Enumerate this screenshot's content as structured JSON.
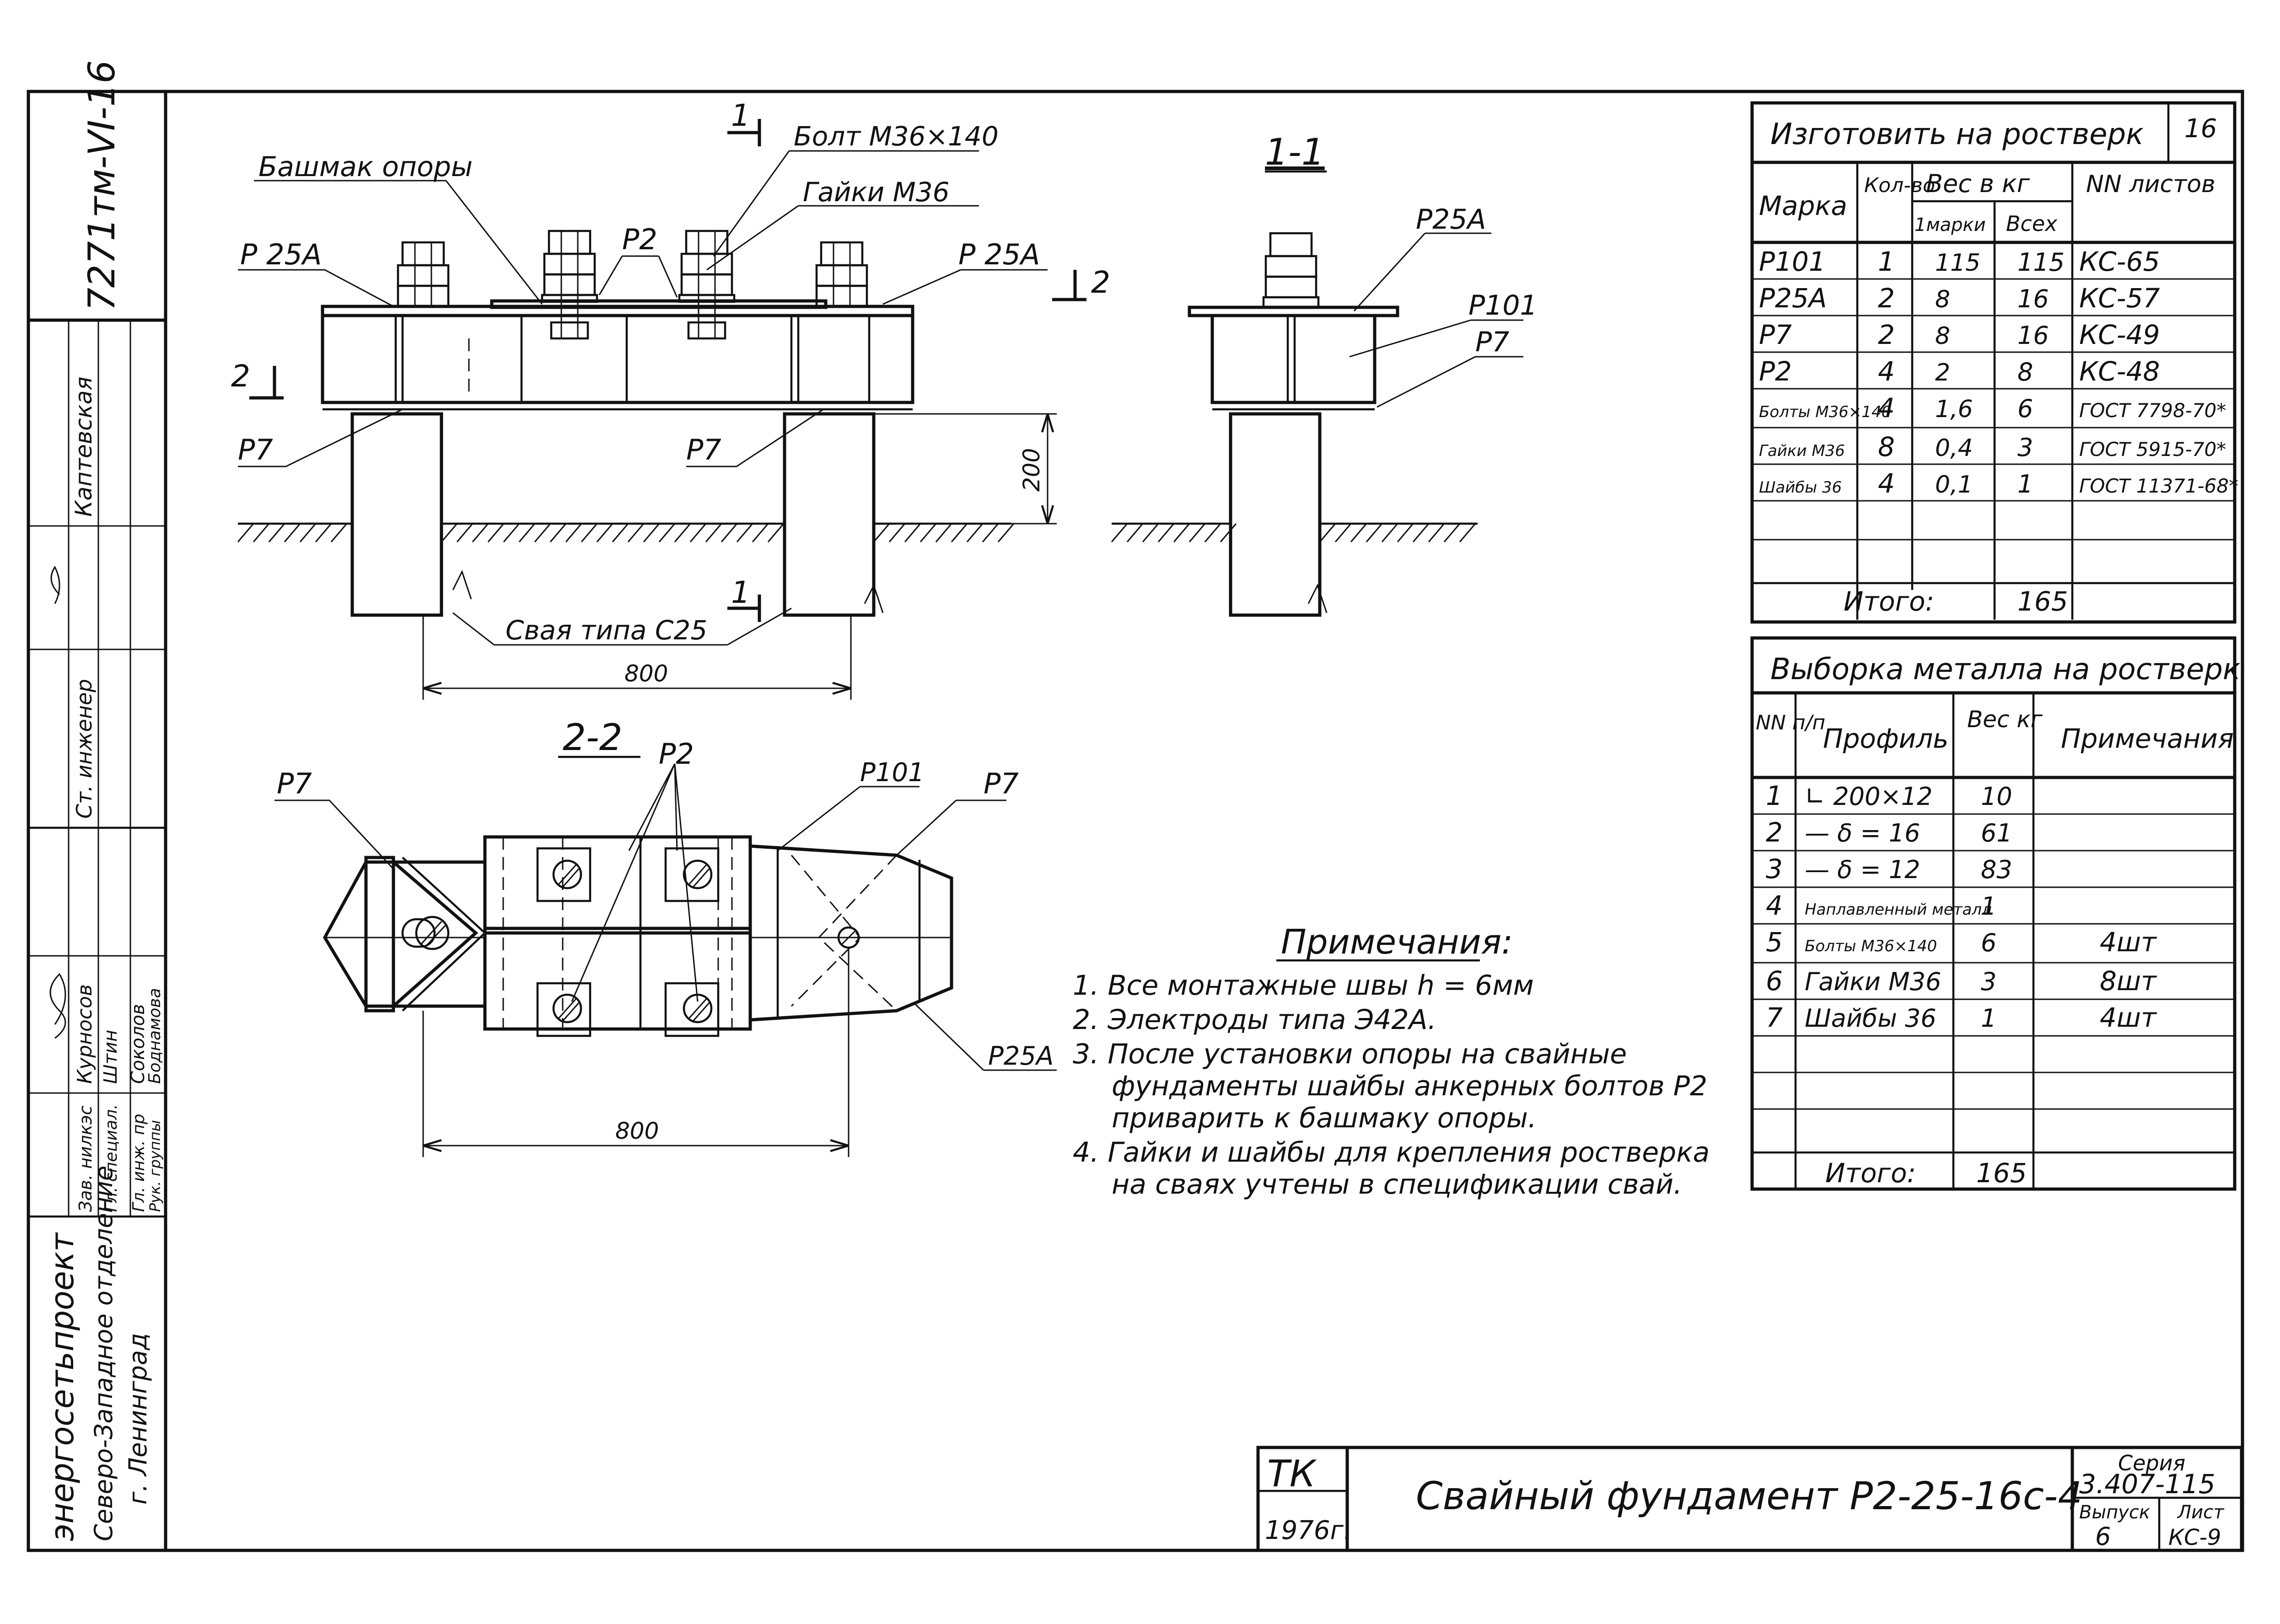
{
  "doc_code": "7271тм-VI-16",
  "org": {
    "line1": "энергосетьпроект",
    "line2": "Северо-Западное отделение",
    "line3": "г. Ленинград"
  },
  "signatures": [
    {
      "role": "Рук. группы",
      "name": "Боднамова"
    },
    {
      "role": "Гл. инж. пр",
      "name": "Соколов"
    },
    {
      "role": "Гл. специал.",
      "name": "Штин"
    },
    {
      "role": "Зав. нилкэс",
      "name": "Курносов"
    },
    {
      "role": "Ст. инженер",
      "name": "Каптевская"
    }
  ],
  "views": {
    "main": {
      "labels": {
        "bashmak": "Башмак опоры",
        "bolt": "Болт М36×140",
        "nuts": "Гайки М36",
        "p25a_left": "Р 25А",
        "p25a_right": "Р 25А",
        "p2": "Р2",
        "p7_left": "Р7",
        "p7_right": "Р7",
        "pile": "Свая типа С25",
        "dim_800": "800",
        "dim_200": "200",
        "cut1_top": "1",
        "cut1_bottom": "1",
        "cut2_left": "2",
        "cut2_right": "2"
      }
    },
    "section11": {
      "title": "1-1",
      "p25a": "Р25А",
      "p101": "Р101",
      "p7": "Р7"
    },
    "section22": {
      "title": "2-2",
      "p2": "Р2",
      "p7_left": "Р7",
      "p7_right": "Р7",
      "p101": "Р101",
      "p25a": "Р25А",
      "dim_800": "800"
    }
  },
  "notes": {
    "title": "Примечания:",
    "items": [
      "1. Все монтажные швы h = 6мм",
      "2. Электроды типа Э42А.",
      "3. После установки опоры на свайные",
      "фундаменты шайбы анкерных болтов Р2",
      "приварить к башмаку опоры.",
      "4. Гайки и шайбы для крепления ростверка",
      "на сваях учтены в спецификации свай."
    ]
  },
  "table1": {
    "title": "Изготовить на ростверк",
    "sheet": "16",
    "headers": {
      "mark": "Марка",
      "qty": "Кол-во",
      "weight": "Вес в кг",
      "one": "1марки",
      "all": "Всех",
      "sheets": "NN листов"
    },
    "rows": [
      {
        "mark": "Р101",
        "qty": "1",
        "one": "115",
        "all": "115",
        "ref": "КС-65"
      },
      {
        "mark": "Р25А",
        "qty": "2",
        "one": "8",
        "all": "16",
        "ref": "КС-57"
      },
      {
        "mark": "Р7",
        "qty": "2",
        "one": "8",
        "all": "16",
        "ref": "КС-49"
      },
      {
        "mark": "Р2",
        "qty": "4",
        "one": "2",
        "all": "8",
        "ref": "КС-48"
      },
      {
        "mark": "Болты М36×140",
        "qty": "4",
        "one": "1,6",
        "all": "6",
        "ref": "ГОСТ 7798-70*"
      },
      {
        "mark": "Гайки М36",
        "qty": "8",
        "one": "0,4",
        "all": "3",
        "ref": "ГОСТ 5915-70*"
      },
      {
        "mark": "Шайбы 36",
        "qty": "4",
        "one": "0,1",
        "all": "1",
        "ref": "ГОСТ 11371-68*"
      }
    ],
    "total_label": "Итого:",
    "total": "165"
  },
  "table2": {
    "title": "Выборка металла на ростверк",
    "headers": {
      "num": "NN п/п",
      "profile": "Профиль",
      "weight": "Вес кг",
      "note": "Примечания"
    },
    "rows": [
      {
        "num": "1",
        "profile": "∟ 200×12",
        "weight": "10",
        "note": ""
      },
      {
        "num": "2",
        "profile": "— δ = 16",
        "weight": "61",
        "note": ""
      },
      {
        "num": "3",
        "profile": "— δ = 12",
        "weight": "83",
        "note": ""
      },
      {
        "num": "4",
        "profile": "Наплавленный металл",
        "weight": "1",
        "note": ""
      },
      {
        "num": "5",
        "profile": "Болты М36×140",
        "weight": "6",
        "note": "4шт"
      },
      {
        "num": "6",
        "profile": "Гайки М36",
        "weight": "3",
        "note": "8шт"
      },
      {
        "num": "7",
        "profile": "Шайбы 36",
        "weight": "1",
        "note": "4шт"
      }
    ],
    "total_label": "Итого:",
    "total": "165"
  },
  "title_block": {
    "tk": "ТК",
    "year": "1976г.",
    "title": "Свайный фундамент Р2-25-16с-4",
    "series_label": "Серия",
    "series": "3.407-115",
    "issue_label": "Выпуск",
    "issue": "6",
    "sheet_label": "Лист",
    "sheet": "КС-9"
  }
}
